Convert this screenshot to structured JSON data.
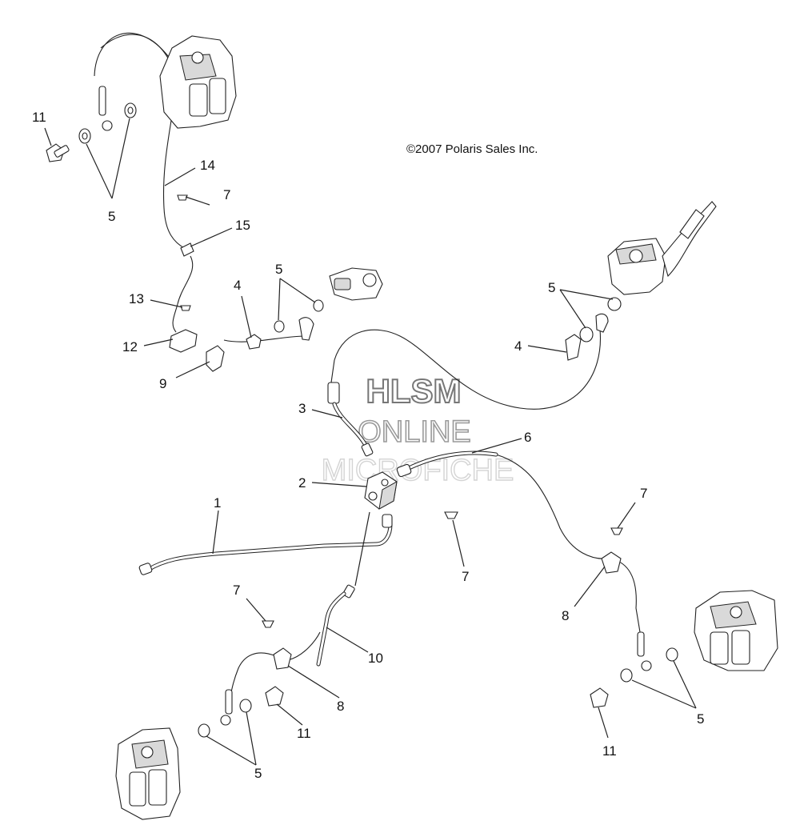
{
  "copyright": "©2007 Polaris Sales Inc.",
  "watermark": {
    "line1": "HLSM",
    "line2": "ONLINE",
    "line3": "MICROFICHE"
  },
  "callouts": [
    {
      "id": "c-11-a",
      "text": "11"
    },
    {
      "id": "c-5-a",
      "text": "5"
    },
    {
      "id": "c-14",
      "text": "14"
    },
    {
      "id": "c-7-a",
      "text": "7"
    },
    {
      "id": "c-15",
      "text": "15"
    },
    {
      "id": "c-13",
      "text": "13"
    },
    {
      "id": "c-12",
      "text": "12"
    },
    {
      "id": "c-9",
      "text": "9"
    },
    {
      "id": "c-4-a",
      "text": "4"
    },
    {
      "id": "c-5-b",
      "text": "5"
    },
    {
      "id": "c-5-c",
      "text": "5"
    },
    {
      "id": "c-4-b",
      "text": "4"
    },
    {
      "id": "c-3",
      "text": "3"
    },
    {
      "id": "c-6",
      "text": "6"
    },
    {
      "id": "c-2",
      "text": "2"
    },
    {
      "id": "c-1",
      "text": "1"
    },
    {
      "id": "c-7-b",
      "text": "7"
    },
    {
      "id": "c-7-c",
      "text": "7"
    },
    {
      "id": "c-8-a",
      "text": "8"
    },
    {
      "id": "c-7-d",
      "text": "7"
    },
    {
      "id": "c-10",
      "text": "10"
    },
    {
      "id": "c-8-b",
      "text": "8"
    },
    {
      "id": "c-11-b",
      "text": "11"
    },
    {
      "id": "c-5-d",
      "text": "5"
    },
    {
      "id": "c-5-e",
      "text": "5"
    },
    {
      "id": "c-11-c",
      "text": "11"
    }
  ]
}
